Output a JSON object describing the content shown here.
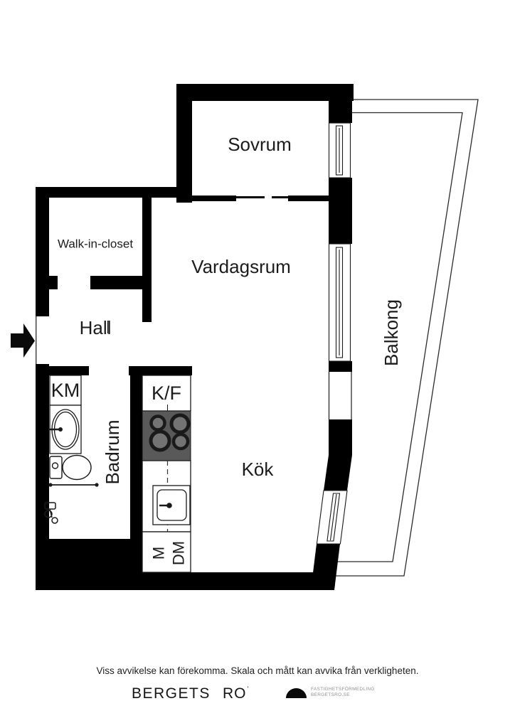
{
  "plan": {
    "rooms": {
      "sovrum": "Sovrum",
      "walk_in_closet": "Walk-in-closet",
      "vardagsrum": "Vardagsrum",
      "hall": "Hall",
      "balkong": "Balkong",
      "badrum": "Badrum",
      "kok": "Kök"
    },
    "appliances": {
      "km": "KM",
      "kf": "K/F",
      "m": "M",
      "dm": "DM"
    },
    "colors": {
      "wall": "#000000",
      "background": "#ffffff",
      "stove_top": "#595959",
      "burner_ring": "#1a1a1a",
      "burner_center": "#737373",
      "outline": "#1a1a1a",
      "balcony_line": "#2b2b2b"
    }
  },
  "footer": {
    "disclaimer": "Viss avvikelse kan förekomma. Skala och mått kan avvika från verkligheten.",
    "brand_left": "BERGETS",
    "brand_right": "RO",
    "brand_mark": "'",
    "logo_line1": "FASTIGHETSFÖRMEDLING",
    "logo_line2": "BERGETSRO.SE"
  }
}
